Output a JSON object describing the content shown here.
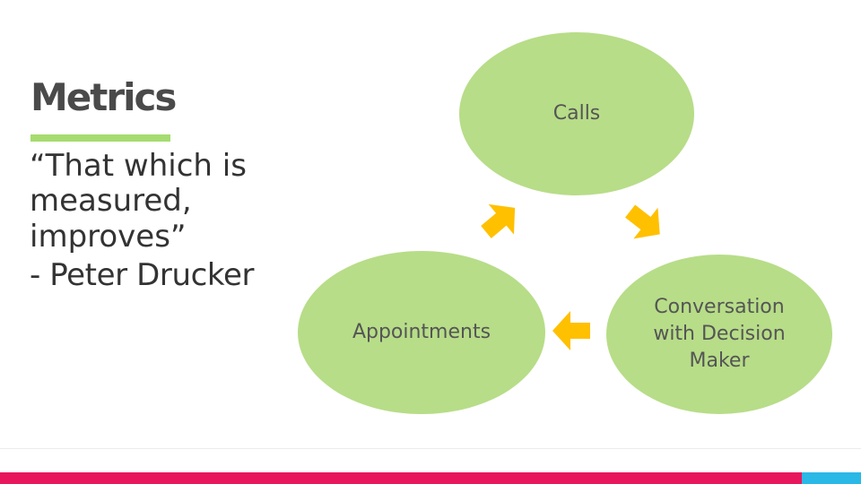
{
  "slide": {
    "title": "Metrics",
    "quote_lines": [
      "“That which is",
      "measured,",
      "improves”"
    ],
    "author": "- Peter Drucker"
  },
  "diagram": {
    "nodes": {
      "calls": {
        "label": "Calls"
      },
      "conversation": {
        "label_lines": [
          "Conversation",
          "with Decision",
          "Maker"
        ]
      },
      "appointments": {
        "label": "Appointments"
      }
    }
  },
  "colors": {
    "node_fill": "#b7dd88",
    "arrow_fill": "#ffc000",
    "title_underline": "#a5dc6f",
    "footer_main": "#e8175d",
    "footer_accent": "#2ab8e6"
  }
}
